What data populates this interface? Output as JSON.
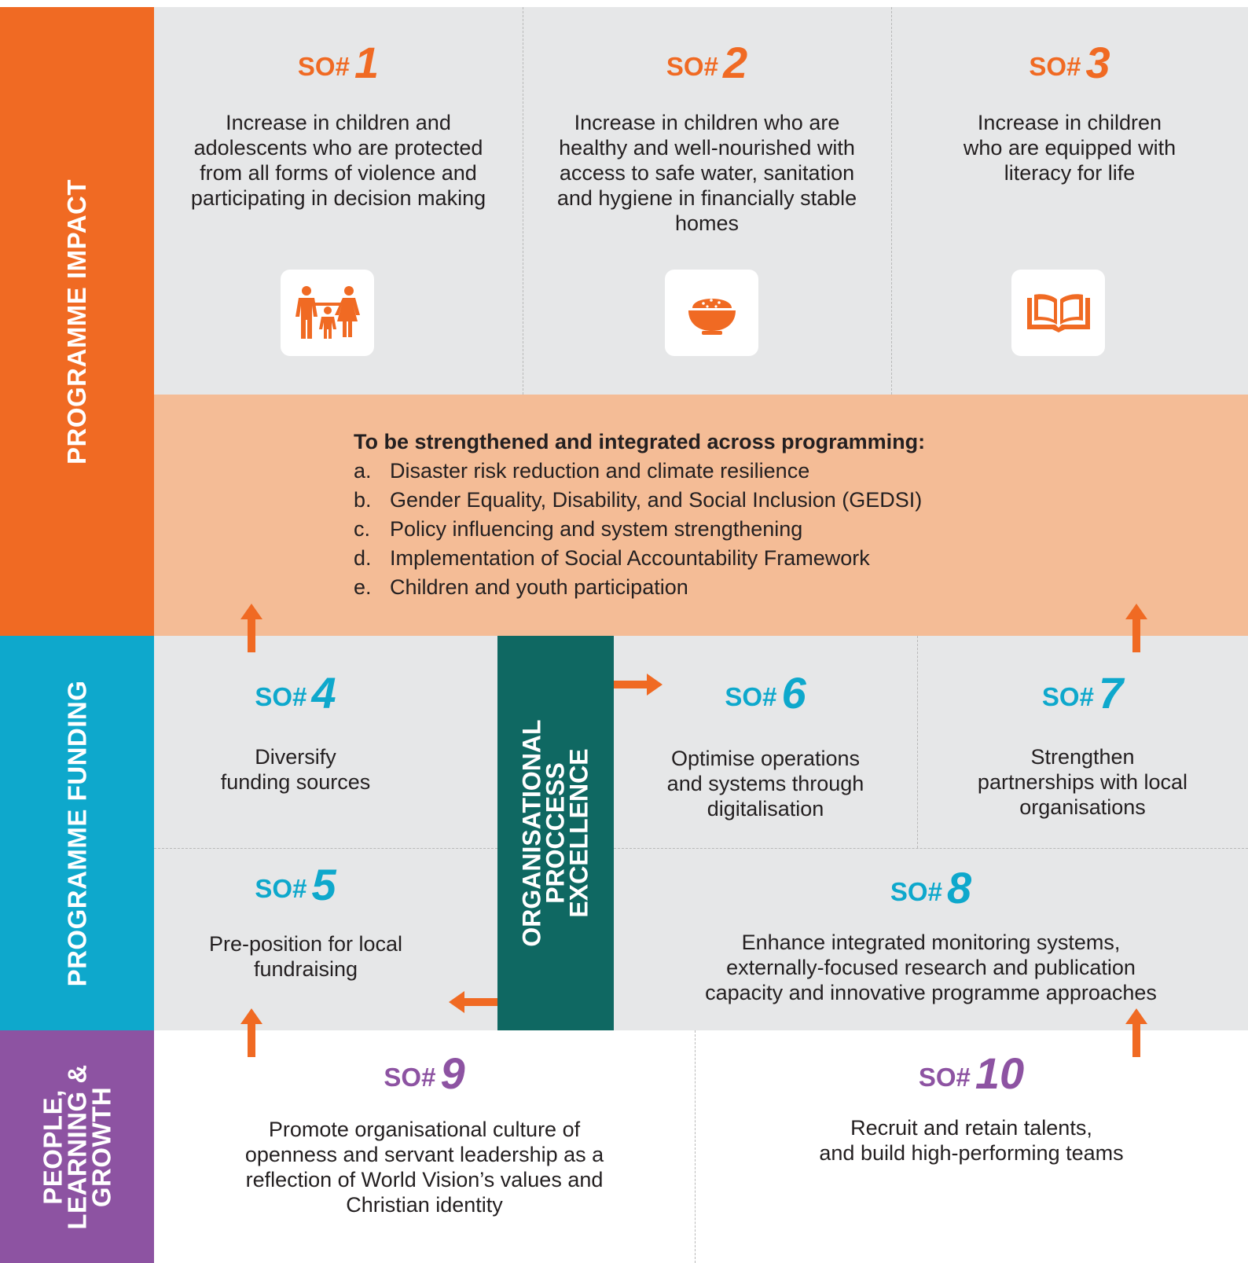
{
  "colors": {
    "impact": "#f06a23",
    "funding": "#0ea8cc",
    "people": "#8d53a2",
    "ope": "#0f6862",
    "grey_bg": "#e6e7e8",
    "peach_bg": "#f4bc96"
  },
  "bands": {
    "impact": "PROGRAMME IMPACT",
    "funding": "PROGRAMME FUNDING",
    "people_line1": "PEOPLE,",
    "people_line2": "LEARNING &",
    "people_line3": "GROWTH"
  },
  "so_prefix": "SO#",
  "objectives": {
    "so1": {
      "num": "1",
      "lines": [
        "Increase in children and",
        "adolescents who are protected",
        "from all forms of violence and",
        "participating in decision making"
      ],
      "icon": "family-icon"
    },
    "so2": {
      "num": "2",
      "lines": [
        "Increase in children who are",
        "healthy and well-nourished with",
        "access to safe water, sanitation",
        "and hygiene in financially stable",
        "homes"
      ],
      "icon": "food-bowl-icon"
    },
    "so3": {
      "num": "3",
      "lines": [
        "Increase in children",
        "who are equipped with",
        "literacy for life"
      ],
      "icon": "open-book-icon"
    },
    "so4": {
      "num": "4",
      "lines": [
        "Diversify",
        "funding sources"
      ]
    },
    "so5": {
      "num": "5",
      "lines": [
        "Pre-position for local",
        "fundraising"
      ]
    },
    "so6": {
      "num": "6",
      "lines": [
        "Optimise operations",
        "and systems through",
        "digitalisation"
      ]
    },
    "so7": {
      "num": "7",
      "lines": [
        "Strengthen",
        "partnerships with local",
        "organisations"
      ]
    },
    "so8": {
      "num": "8",
      "lines": [
        "Enhance integrated monitoring systems,",
        "externally-focused research and publication",
        "capacity and innovative programme approaches"
      ]
    },
    "so9": {
      "num": "9",
      "lines": [
        "Promote organisational culture of",
        "openness and servant leadership as a",
        "reflection of World Vision’s values and",
        "Christian identity"
      ]
    },
    "so10": {
      "num": "10",
      "lines": [
        "Recruit and retain talents,",
        "and build high-performing teams"
      ]
    }
  },
  "cross_cutting": {
    "heading": "To be strengthened and integrated across programming:",
    "items": [
      {
        "letter": "a.",
        "text": "Disaster risk reduction and climate resilience"
      },
      {
        "letter": "b.",
        "text": "Gender Equality, Disability, and Social Inclusion (GEDSI)"
      },
      {
        "letter": "c.",
        "text": "Policy influencing and system strengthening"
      },
      {
        "letter": "d.",
        "text": "Implementation of Social Accountability Framework"
      },
      {
        "letter": "e.",
        "text": "Children and youth participation"
      }
    ]
  },
  "ope": {
    "line1": "ORGANISATIONAL",
    "line2": "PROCCESS",
    "line3": "EXCELLENCE"
  }
}
